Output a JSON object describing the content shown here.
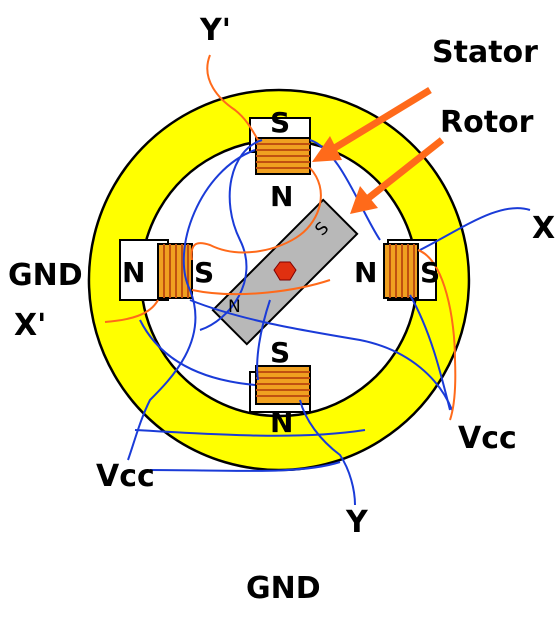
{
  "diagram": {
    "labels": {
      "stator": "Stator",
      "rotor": "Rotor",
      "y_prime": "Y'",
      "x": "X",
      "x_prime": "X'",
      "gnd_left": "GND",
      "vcc_left": "Vcc",
      "vcc_right": "Vcc",
      "y": "Y",
      "gnd_bottom": "GND"
    },
    "poles": {
      "top_inner": "N",
      "top_outer": "S",
      "bottom_inner": "S",
      "bottom_outer": "N",
      "left_inner": "S",
      "left_outer": "N",
      "right_inner": "N",
      "right_outer": "S"
    },
    "rotor_poles": {
      "upper": "S",
      "lower": "N"
    }
  },
  "colors": {
    "stator_ring": "#ffff00",
    "coil": "#f0a020",
    "coil_core": "#2a5bd0",
    "rotor": "#b8b8b8",
    "pivot": "#e03010",
    "arrow": "#ff6a1a",
    "wire_blue": "#1a3bd8",
    "wire_orange": "#ff6a1a"
  }
}
